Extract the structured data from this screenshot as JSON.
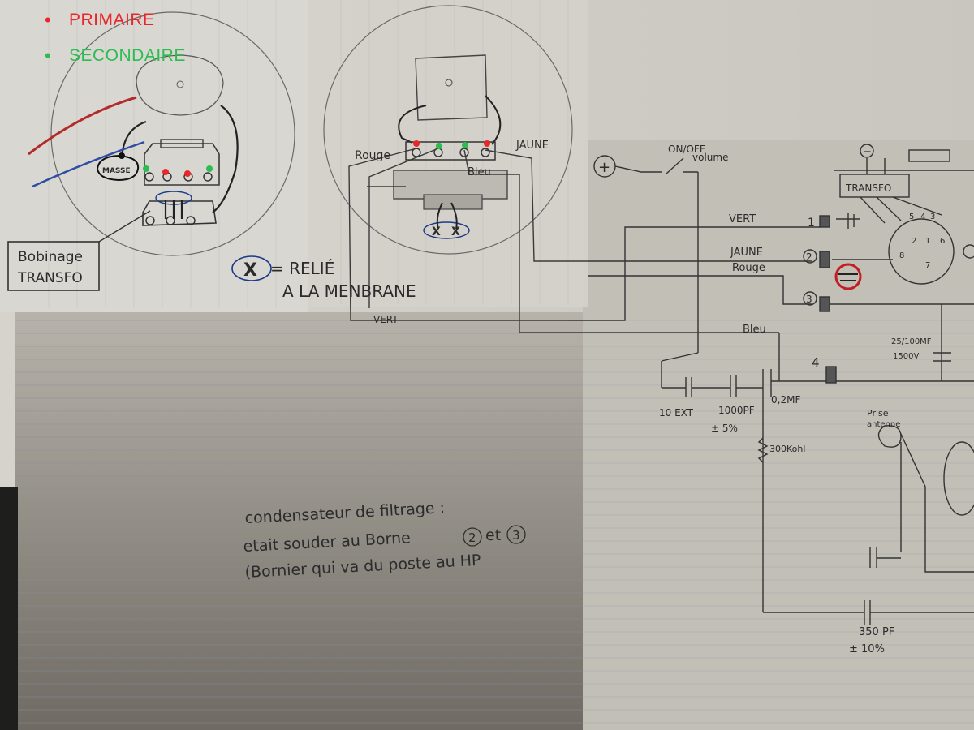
{
  "legend": {
    "primary": {
      "label": "PRIMAIRE",
      "color": "#e8272b"
    },
    "secondary": {
      "label": "SECONDAIRE",
      "color": "#2bbd4f"
    }
  },
  "left_sketch": {
    "masse": "MASSE",
    "bobinage_line1": "Bobinage",
    "bobinage_line2": "TRANSFO"
  },
  "middle_sketch": {
    "rouge": "Rouge",
    "jaune": "JAUNE",
    "bleu": "Bleu",
    "vert": "VERT",
    "x_mark": "X",
    "relie_line1": "= RELIÉ",
    "relie_line2": "A LA MENBRANE"
  },
  "schematic": {
    "plus": "+",
    "on_off": "ON/OFF",
    "volume": "volume",
    "minus": "−",
    "transfo": "TRANSFO",
    "vert": "VERT",
    "jaune": "JAUNE",
    "rouge": "Rouge",
    "bleu": "Bleu",
    "t1": "1",
    "t2": "2",
    "t3": "3",
    "t4": "4",
    "cap_top_1": "25/100MF",
    "cap_top_2": "1500V",
    "c10": "10 EXT",
    "c1000": "1000PF",
    "c1000_tol": "± 5%",
    "c02": "0,2MF",
    "r300": "300Kohl",
    "prise": "Prise",
    "antenne": "antenne",
    "c350": "350 PF",
    "c350_tol": "± 10%",
    "pin_labels": [
      "5",
      "4",
      "3",
      "2",
      "1",
      "6",
      "7",
      "8"
    ]
  },
  "note": {
    "line1": "condensateur de filtrage :",
    "line2a": "etait souder au Borne",
    "line2b": "2",
    "line2c": "et",
    "line2d": "3",
    "line3": "(Bornier qui va du poste au HP"
  }
}
